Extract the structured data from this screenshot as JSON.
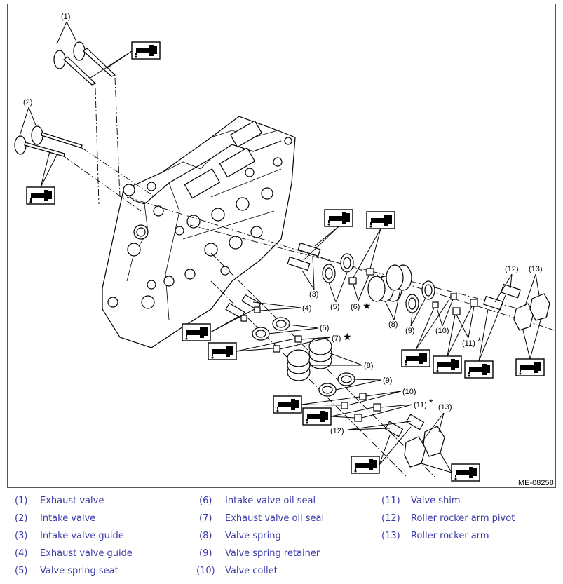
{
  "figure": {
    "code": "ME-08258",
    "callouts": {
      "c1": "(1)",
      "c2": "(2)",
      "c3": "(3)",
      "c4": "(4)",
      "c5a": "(5)",
      "c5b": "(5)",
      "c6": "(6)",
      "c7": "(7)",
      "c8a": "(8)",
      "c8b": "(8)",
      "c9a": "(9)",
      "c9b": "(9)",
      "c10a": "(10)",
      "c10b": "(10)",
      "c11a": "(11)",
      "c11b": "(11)",
      "c12a": "(12)",
      "c12b": "(12)",
      "c13a": "(13)",
      "c13b": "(13)"
    },
    "symbols": {
      "star": "★",
      "asterisk": "*"
    }
  },
  "legend": [
    {
      "num": "(1)",
      "label": "Exhaust valve"
    },
    {
      "num": "(2)",
      "label": "Intake valve"
    },
    {
      "num": "(3)",
      "label": "Intake valve guide"
    },
    {
      "num": "(4)",
      "label": "Exhaust valve guide"
    },
    {
      "num": "(5)",
      "label": "Valve spring seat"
    },
    {
      "num": "(6)",
      "label": "Intake valve oil seal"
    },
    {
      "num": "(7)",
      "label": "Exhaust valve oil seal"
    },
    {
      "num": "(8)",
      "label": "Valve spring"
    },
    {
      "num": "(9)",
      "label": "Valve spring retainer"
    },
    {
      "num": "(10)",
      "label": "Valve collet"
    },
    {
      "num": "(11)",
      "label": "Valve shim"
    },
    {
      "num": "(12)",
      "label": "Roller rocker arm pivot"
    },
    {
      "num": "(13)",
      "label": "Roller rocker arm"
    }
  ],
  "colors": {
    "legend_text": "#3a3aa8",
    "line": "#000000",
    "border": "#555555"
  },
  "icons": {
    "oil": "oil-can-icon"
  }
}
